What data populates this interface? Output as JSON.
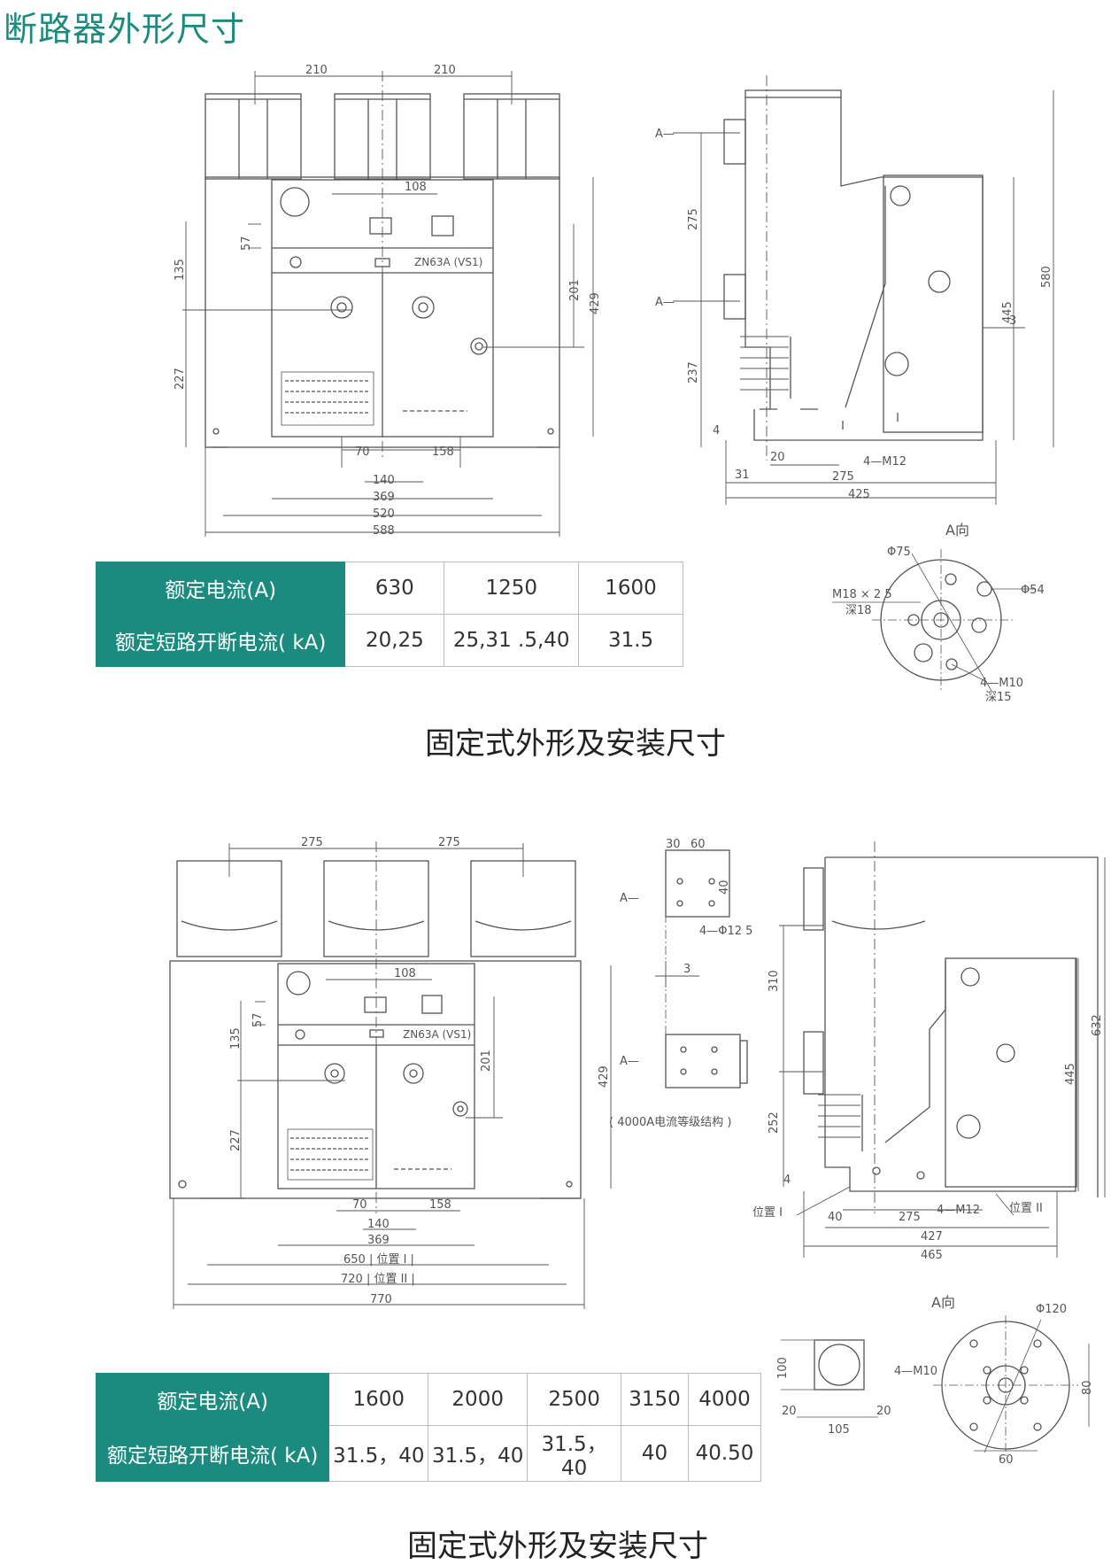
{
  "page": {
    "title": "断路器外形尺寸"
  },
  "section1": {
    "caption": "固定式外形及安装尺寸",
    "table": {
      "row1_label": "额定电流(A)",
      "row2_label": "额定短路开断电流( kA)",
      "currents": [
        "630",
        "1250",
        "1600"
      ],
      "breaking": [
        "20,25",
        "25,31 .5,40",
        "31.5"
      ]
    },
    "front": {
      "model": "ZN63A (VS1)",
      "dims": {
        "top_left": "210",
        "top_right": "210",
        "d108": "108",
        "d57": "57",
        "d135": "135",
        "d227": "227",
        "d201": "201",
        "d429": "429",
        "d70": "70",
        "d158": "158",
        "d140": "140",
        "d369": "369",
        "d520": "520",
        "d588": "588"
      }
    },
    "side": {
      "dims": {
        "a1": "A—",
        "a2": "A—",
        "d275": "275",
        "d237": "237",
        "d4": "4",
        "d580": "580",
        "d445": "445",
        "d3": "3",
        "d31": "31",
        "d20": "20",
        "d275b": "275",
        "m12": "4—M12",
        "d425": "425"
      }
    },
    "a_view": {
      "title": "A向",
      "phi75": "Φ75",
      "phi54": "Φ54",
      "m18": "M18 × 2 5",
      "deep18": "深18",
      "m10": "4—M10",
      "deep15": "深15"
    }
  },
  "section2": {
    "caption": "固定式外形及安装尺寸",
    "table": {
      "row1_label": "额定电流(A)",
      "row2_label": "额定短路开断电流( kA)",
      "currents": [
        "1600",
        "2000",
        "2500",
        "3150",
        "4000"
      ],
      "breaking": [
        "31.5，40",
        "31.5，40",
        "31.5，40",
        "40",
        "40.50"
      ]
    },
    "front": {
      "model": "ZN63A (VS1)",
      "dims": {
        "top_left": "275",
        "top_right": "275",
        "d108": "108",
        "d57": "57",
        "d135": "135",
        "d227": "227",
        "d201": "201",
        "d429": "429",
        "d70": "70",
        "d158": "158",
        "d140": "140",
        "d369": "369",
        "d650": "650 | 位置 I |",
        "d720": "720 | 位置 II |",
        "d770": "770"
      }
    },
    "detail": {
      "d30": "30",
      "d60": "60",
      "d40": "40",
      "holes": "4—Φ12 5",
      "d3": "3",
      "a1": "A—",
      "a2": "A—",
      "note": "( 4000A电流等级结构 )"
    },
    "side": {
      "dims": {
        "d310": "310",
        "d252": "252",
        "d4": "4",
        "d632": "632",
        "d445": "445",
        "pos1": "位置 I",
        "pos2": "位置 II",
        "d40": "40",
        "d275": "275",
        "m12": "4—M12",
        "d427": "427",
        "d465": "465"
      }
    },
    "a_view": {
      "title": "A向",
      "phi120": "Φ120",
      "m10": "4—M10",
      "d80": "80",
      "d60": "60",
      "d100": "100",
      "d20a": "20",
      "d20b": "20",
      "d105": "105"
    }
  }
}
